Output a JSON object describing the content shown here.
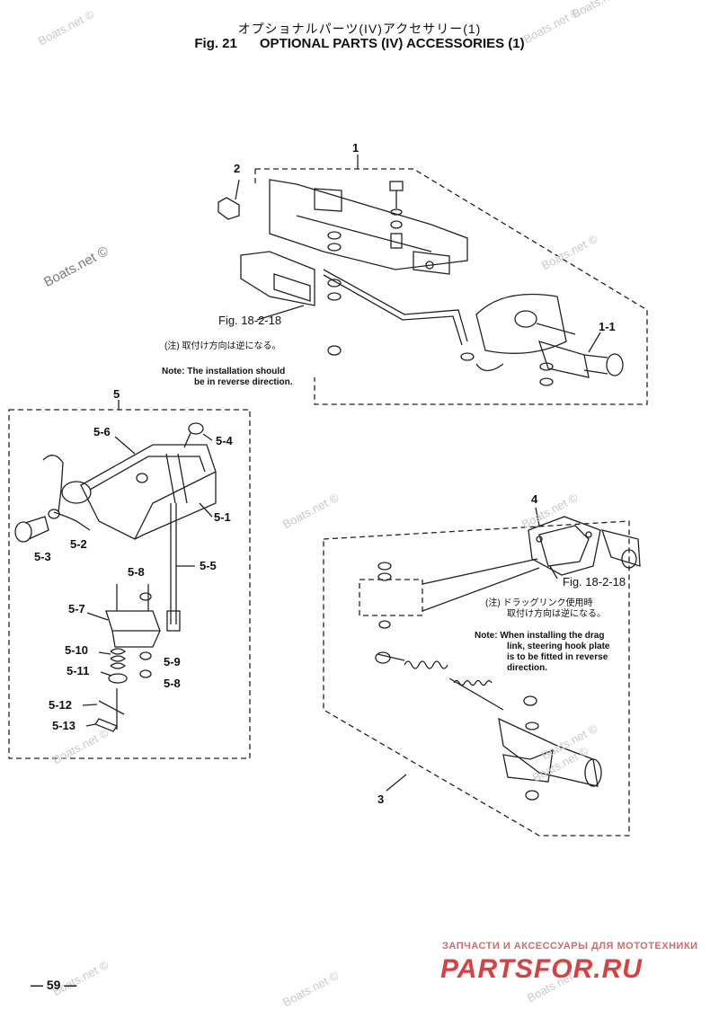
{
  "header": {
    "title_jp": "オプショナルパーツ(IV)アクセサリー(1)",
    "figure": "Fig. 21",
    "title_en": "OPTIONAL PARTS (IV) ACCESSORIES (1)"
  },
  "callouts": {
    "c1": "1",
    "c2": "2",
    "c1_1": "1-1",
    "c5": "5",
    "c5_1": "5-1",
    "c5_2": "5-2",
    "c5_3": "5-3",
    "c5_4": "5-4",
    "c5_5": "5-5",
    "c5_6": "5-6",
    "c5_7": "5-7",
    "c5_8a": "5-8",
    "c5_8b": "5-8",
    "c5_9": "5-9",
    "c5_10": "5-10",
    "c5_11": "5-11",
    "c5_12": "5-12",
    "c5_13": "5-13",
    "c3": "3",
    "c4": "4"
  },
  "figrefs": {
    "top": "Fig. 18-2-18",
    "right": "Fig. 18-2-18"
  },
  "notes": {
    "top_jp": "(注) 取付け方向は逆になる。",
    "top_label": "Note:",
    "top_text": [
      "The installation should",
      "be in reverse direction."
    ],
    "right_jp": [
      "(注) ドラッグリンク使用時",
      "取付け方向は逆になる。"
    ],
    "right_label": "Note:",
    "right_text": [
      "When installing the drag",
      "link, steering hook plate",
      "is to be fitted in reverse",
      "direction."
    ]
  },
  "watermarks": [
    "Boats.net ©",
    "Boats.net ©",
    "Boats.net ©",
    "Boats.net ©",
    "Boats.net ©",
    "Boats.net ©",
    "Boats.net ©",
    "Boats.net ©",
    "Boats.net ©",
    "Boats.net ©",
    "Boats.net ©",
    "Boats.net ©"
  ],
  "watermark_main": "Boats.net ©",
  "page_number": "— 59 —",
  "brand": {
    "subtitle": "ЗАПЧАСТИ И АКСЕССУАРЫ ДЛЯ МОТОТЕХНИКИ",
    "logo_text": "PARTSFOR.RU",
    "color": "#d94141"
  }
}
